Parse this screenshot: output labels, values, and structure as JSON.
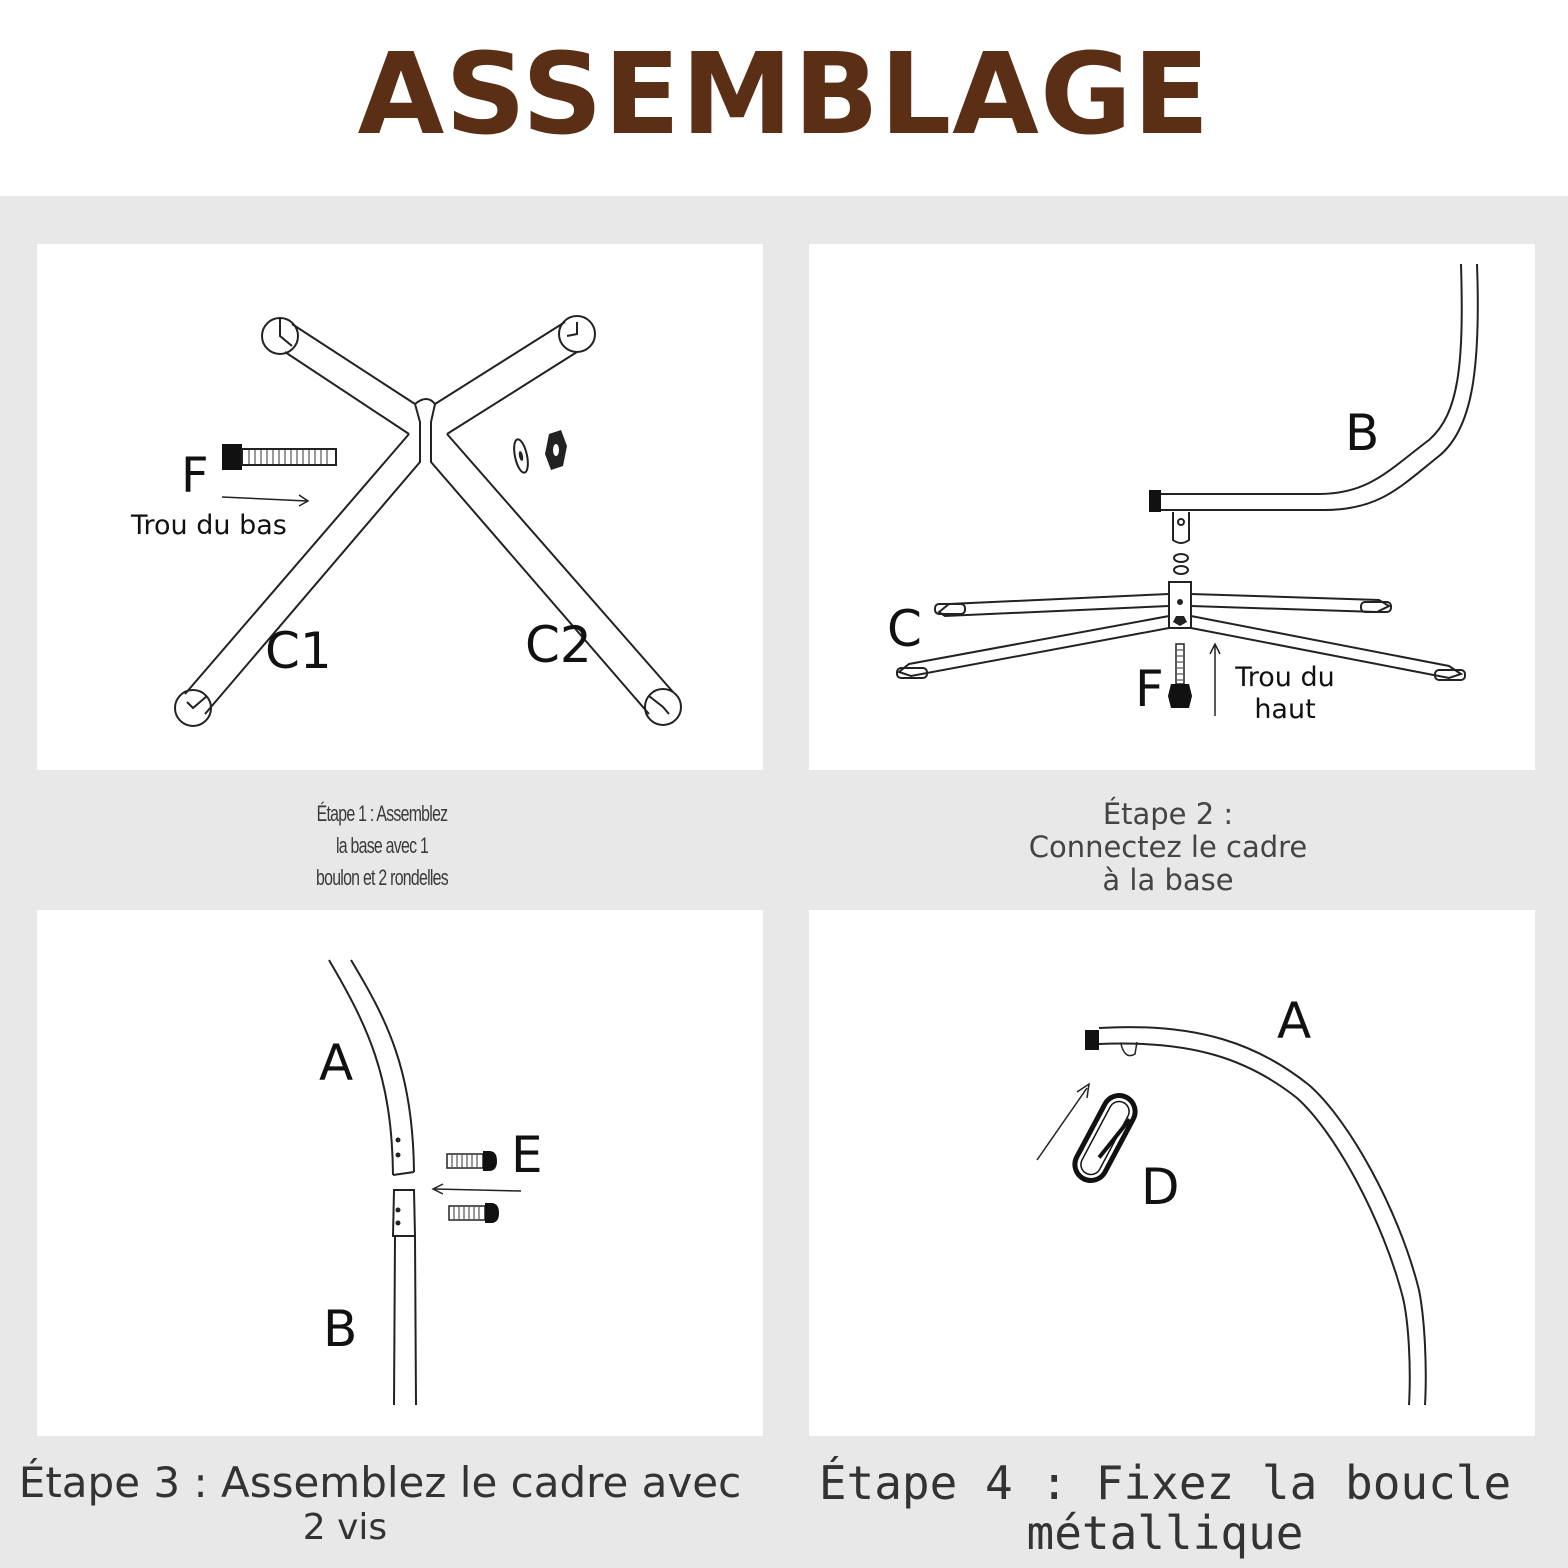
{
  "title": "ASSEMBLAGE",
  "steps": [
    {
      "caption_lines": [
        "Étape 1 : Assemblez",
        "la base avec 1",
        "boulon et 2 rondelles"
      ],
      "labels": {
        "f": "F",
        "hole": "Trou du bas",
        "c1": "C1",
        "c2": "C2"
      }
    },
    {
      "caption_lines": [
        "Étape 2 :",
        "Connectez le cadre",
        "à la base"
      ],
      "labels": {
        "b": "B",
        "c": "C",
        "f": "F",
        "hole_1": "Trou du",
        "hole_2": "haut"
      }
    },
    {
      "caption_lines": [
        "Étape 3 : Assemblez le cadre avec",
        "2 vis"
      ],
      "labels": {
        "a": "A",
        "b": "B",
        "e": "E"
      }
    },
    {
      "caption_lines": [
        "Étape 4 : Fixez la boucle",
        "métallique"
      ],
      "labels": {
        "a": "A",
        "d": "D"
      }
    }
  ],
  "colors": {
    "title": "#5a2f16",
    "background": "#e8e8e8",
    "panel": "#ffffff",
    "line": "#222222"
  }
}
